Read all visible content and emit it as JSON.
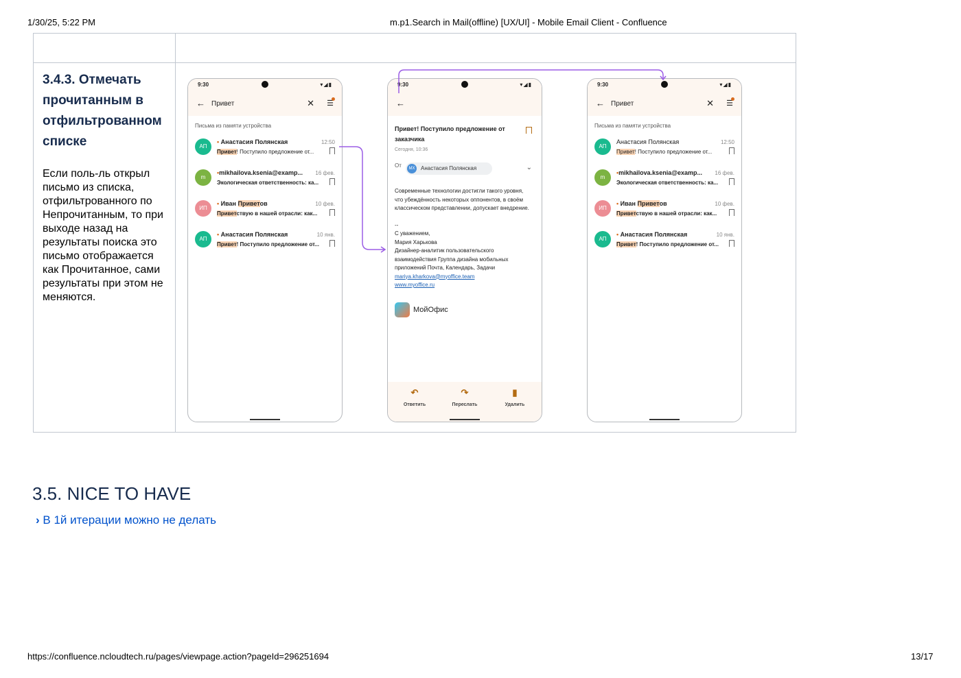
{
  "header": {
    "datetime": "1/30/25, 5:22 PM",
    "title": "m.p1.Search in Mail(offline) [UX/UI] - Mobile Email Client - Confluence"
  },
  "section": {
    "heading": "3.4.3.  Отмечать прочитанным в отфильтрованном списке",
    "description": "Если поль-ль открыл письмо из списка, отфильтрованного по Непрочитанным, то при выходе назад на результаты поиска это письмо отображается как Прочитанное, сами результаты при этом не меняются."
  },
  "phone": {
    "time": "9:30",
    "query": "Привет",
    "section_title": "Письма из памяти устройства",
    "avatar_colors": [
      "#1aba8f",
      "#7cb342",
      "#ec8d94",
      "#1aba8f"
    ],
    "accent": "#d96b1d",
    "mails": [
      {
        "avatar": "АП",
        "from": "Анастасия Полянская",
        "time": "12:50",
        "subj_hl": "Привет",
        "subj": "! Поступило предложение от..."
      },
      {
        "avatar": "m",
        "from": "mikhailova.ksenia@examp...",
        "time": "16 фев.",
        "subj_hl": "",
        "subj": "Экологическая ответственность: ка..."
      },
      {
        "avatar": "ИП",
        "from_pre": "Иван ",
        "from_hl": "Привет",
        "from_post": "ов",
        "time": "10 фев.",
        "subj_hl": "Привет",
        "subj": "ствую в нашей отрасли: как..."
      },
      {
        "avatar": "АП",
        "from": "Анастасия Полянская",
        "time": "10 янв.",
        "subj_hl": "Привет",
        "subj": "! Поступило предложение от..."
      }
    ]
  },
  "reader": {
    "title": "Привет! Поступило предложение от заказчика",
    "date": "Сегодня, 10:36",
    "from_label": "От",
    "sender_initials": "МХ",
    "sender": "Анастасия Полянская",
    "body": "Современные технологии достигли такого уровня, что убеждённость некоторых оппонентов, в своём классическом представлении, допускает внедрение.",
    "sig_dash": "--",
    "sig_greeting": "С уважением,",
    "sig_name": "Мария Харькова",
    "sig_role": "Дизайнер-аналитик пользовательского взаимодействия Группа дизайна мобильных приложений Почта, Календарь, Задачи",
    "sig_email": "mariya.kharkova@myoffice.team",
    "sig_site": "www.myoffice.ru",
    "logo_text": "МойОфис",
    "actions": [
      "Ответить",
      "Переслать",
      "Удалить"
    ]
  },
  "nice_to_have": {
    "heading": "3.5.  NICE TO HAVE",
    "expand": "В 1й итерации можно не делать"
  },
  "footer": {
    "url": "https://confluence.ncloudtech.ru/pages/viewpage.action?pageId=296251694",
    "page": "13/17"
  }
}
